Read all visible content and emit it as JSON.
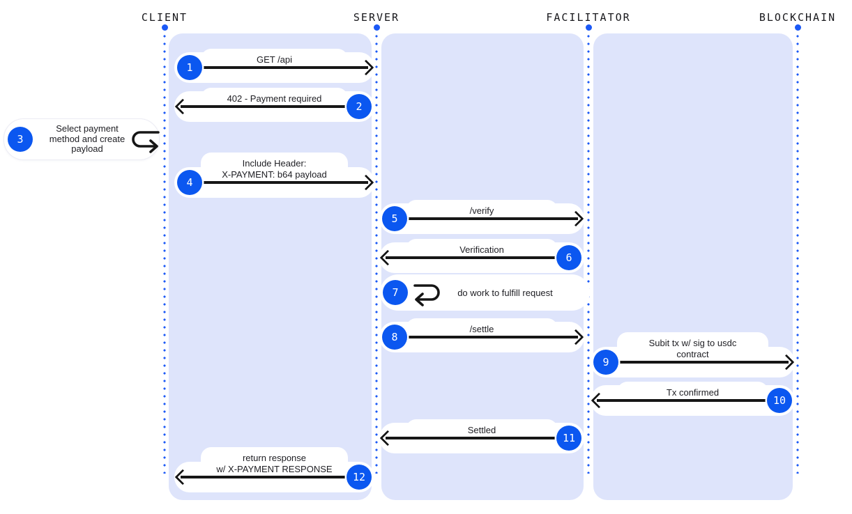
{
  "diagram": {
    "title": "x402 payment flow sequence diagram",
    "actors": [
      {
        "id": "client",
        "label": "CLIENT"
      },
      {
        "id": "server",
        "label": "SERVER"
      },
      {
        "id": "facilitator",
        "label": "FACILITATOR"
      },
      {
        "id": "blockchain",
        "label": "BLOCKCHAIN"
      }
    ],
    "colors": {
      "panel_bg": "#dee4fb",
      "lifeline_blue": "#1b59f6",
      "step_badge_blue": "#0b57f0",
      "arrow_black": "#161616",
      "bubble_white": "#ffffff"
    },
    "messages": [
      {
        "num": "1",
        "type": "arrow",
        "from": "CLIENT",
        "to": "SERVER",
        "direction": "right",
        "lines": [
          "GET /api"
        ]
      },
      {
        "num": "2",
        "type": "arrow",
        "from": "SERVER",
        "to": "CLIENT",
        "direction": "left",
        "lines": [
          "402 - Payment required"
        ]
      },
      {
        "num": "3",
        "type": "note",
        "actor": "CLIENT",
        "lines": [
          "Select payment method and create payload"
        ]
      },
      {
        "num": "4",
        "type": "arrow",
        "from": "CLIENT",
        "to": "SERVER",
        "direction": "right",
        "lines": [
          "Include Header:",
          "X-PAYMENT: b64 payload"
        ]
      },
      {
        "num": "5",
        "type": "arrow",
        "from": "SERVER",
        "to": "FACILITATOR",
        "direction": "right",
        "lines": [
          "/verify"
        ]
      },
      {
        "num": "6",
        "type": "arrow",
        "from": "FACILITATOR",
        "to": "SERVER",
        "direction": "left",
        "lines": [
          "Verification"
        ]
      },
      {
        "num": "7",
        "type": "self",
        "actor": "SERVER",
        "lines": [
          "do work to fulfill request"
        ]
      },
      {
        "num": "8",
        "type": "arrow",
        "from": "SERVER",
        "to": "FACILITATOR",
        "direction": "right",
        "lines": [
          "/settle"
        ]
      },
      {
        "num": "9",
        "type": "arrow",
        "from": "FACILITATOR",
        "to": "BLOCKCHAIN",
        "direction": "right",
        "lines": [
          "Subit tx w/ sig to usdc",
          "contract"
        ]
      },
      {
        "num": "10",
        "type": "arrow",
        "from": "BLOCKCHAIN",
        "to": "FACILITATOR",
        "direction": "left",
        "lines": [
          "Tx confirmed"
        ]
      },
      {
        "num": "11",
        "type": "arrow",
        "from": "FACILITATOR",
        "to": "SERVER",
        "direction": "left",
        "lines": [
          "Settled"
        ]
      },
      {
        "num": "12",
        "type": "arrow",
        "from": "SERVER",
        "to": "CLIENT",
        "direction": "left",
        "lines": [
          "return response",
          "w/ X-PAYMENT RESPONSE"
        ]
      }
    ]
  }
}
